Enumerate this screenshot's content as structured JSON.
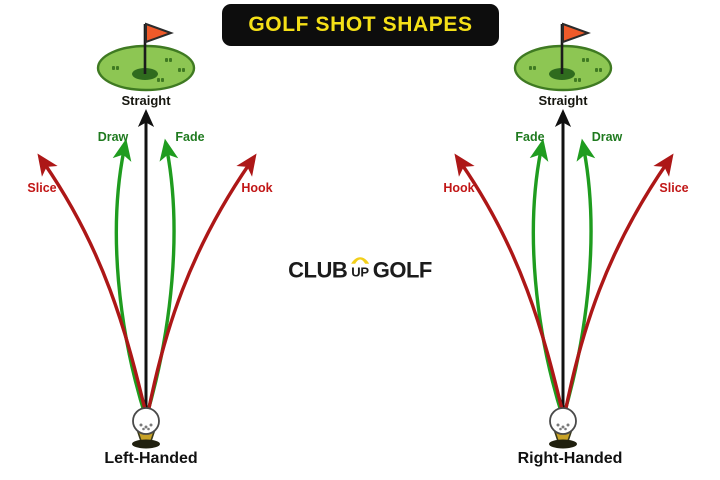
{
  "title": {
    "text": "GOLF SHOT SHAPES",
    "background_color": "#0d0d0d",
    "text_color": "#f5e017"
  },
  "logo": {
    "word1": "CLUB",
    "word_small": "UP",
    "word2": "GOLF",
    "chevron_color": "#f2cf1a",
    "text_color": "#1b1b1b"
  },
  "colors": {
    "straight": "#111111",
    "curve_green": "#1f9c1f",
    "curve_red": "#ad1717",
    "green_fill": "#8dc653",
    "green_stroke": "#3f7a22",
    "hole": "#2f6b1e",
    "flag": "#ef5a2a",
    "ball": "#ffffff",
    "tee": "#c8a227"
  },
  "panels": [
    {
      "id": "left",
      "handedness_label": "Left-Handed",
      "straight_label": "Straight",
      "green_label_left": "Draw",
      "green_label_right": "Fade",
      "red_label_left": "Slice",
      "red_label_right": "Hook",
      "target_icon": "golf-green-with-flag",
      "ball_icon": "golf-ball-on-tee"
    },
    {
      "id": "right",
      "handedness_label": "Right-Handed",
      "straight_label": "Straight",
      "green_label_left": "Fade",
      "green_label_right": "Draw",
      "red_label_left": "Hook",
      "red_label_right": "Slice",
      "target_icon": "golf-green-with-flag",
      "ball_icon": "golf-ball-on-tee"
    }
  ]
}
